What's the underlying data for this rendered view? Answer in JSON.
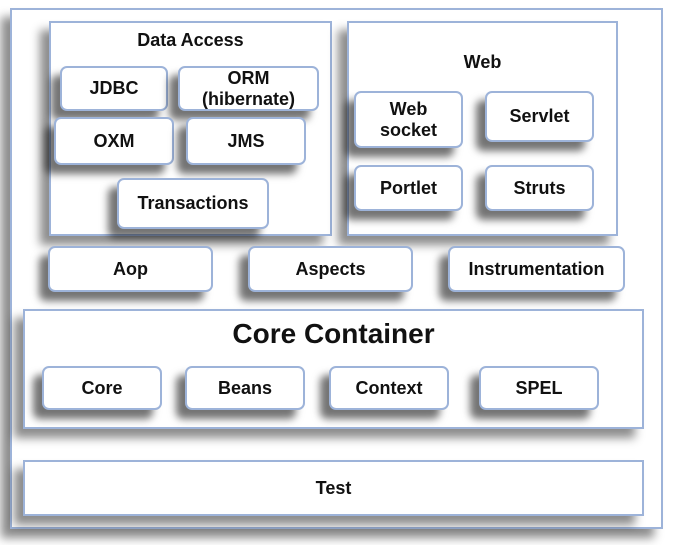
{
  "diagram": {
    "data_access": {
      "title": "Data Access",
      "items": {
        "jdbc": "JDBC",
        "orm_line1": "ORM",
        "orm_line2": "(hibernate)",
        "oxm": "OXM",
        "jms": "JMS",
        "transactions": "Transactions"
      }
    },
    "web": {
      "title": "Web",
      "items": {
        "websocket_line1": "Web",
        "websocket_line2": "socket",
        "servlet": "Servlet",
        "portlet": "Portlet",
        "struts": "Struts"
      }
    },
    "middle": {
      "aop": "Aop",
      "aspects": "Aspects",
      "instrumentation": "Instrumentation"
    },
    "core_container": {
      "title": "Core Container",
      "items": {
        "core": "Core",
        "beans": "Beans",
        "context": "Context",
        "spel": "SPEL"
      }
    },
    "test": "Test"
  }
}
